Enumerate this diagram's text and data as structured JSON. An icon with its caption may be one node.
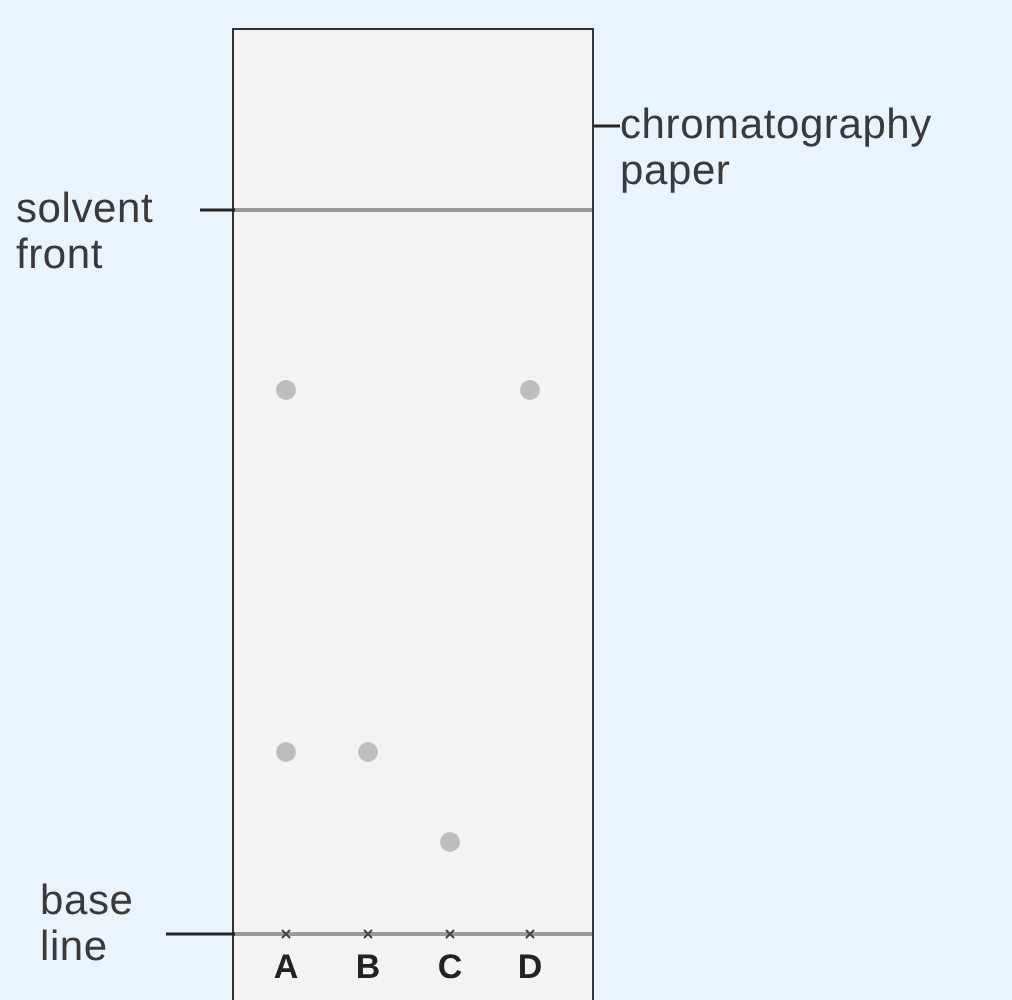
{
  "diagram": {
    "nodes": [
      {
        "text": [],
        "shape": "box"
      },
      {
        "text": [
          "chromatography paper"
        ]
      },
      {
        "text": [
          "solvent front"
        ]
      },
      {
        "text": [],
        "shape": "line",
        "in": 0
      },
      {
        "text": [
          "base line"
        ]
      },
      {
        "text": [],
        "shape": "line",
        "in": 0
      }
    ],
    "edges": [
      {
        "from": 1,
        "to": 0,
        "arrow": "none"
      },
      {
        "from": 2,
        "to": 3,
        "arrow": "none"
      },
      {
        "from": 4,
        "to": 5,
        "arrow": "none"
      }
    ],
    "labels": [
      "A",
      "B",
      "C",
      "D"
    ]
  }
}
